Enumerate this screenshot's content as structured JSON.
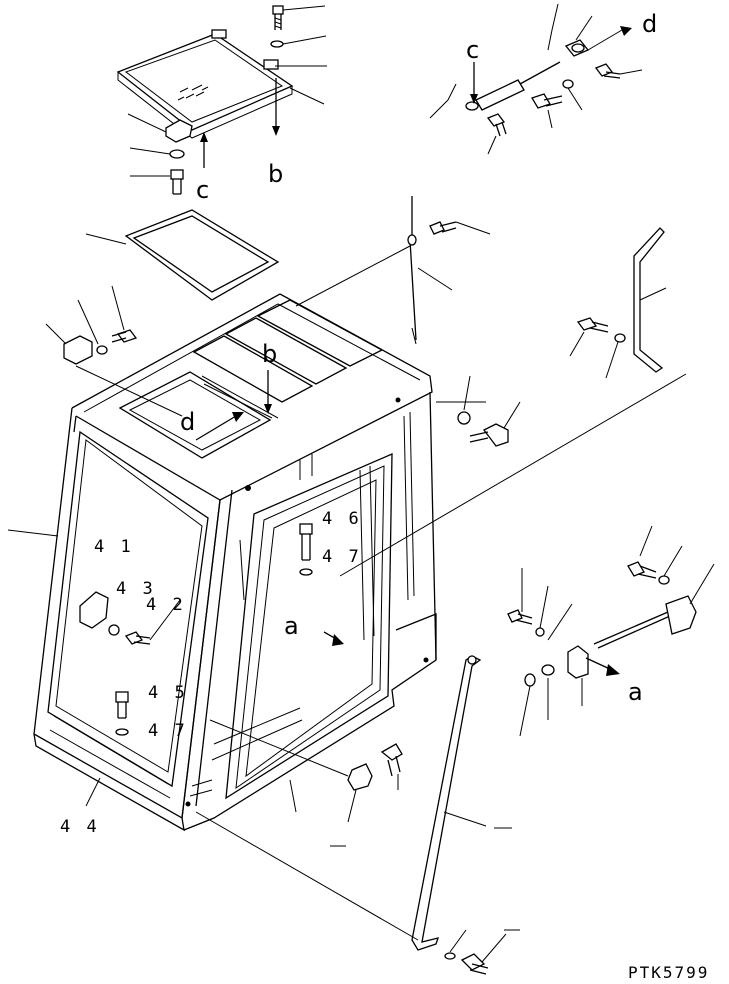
{
  "part_labels": {
    "p41": "4 1",
    "p42": "4 2",
    "p43": "4 3",
    "p44": "4 4",
    "p45": "4 5",
    "p46": "4 6",
    "p47a": "4 7",
    "p47b": "4 7"
  },
  "view_refs": {
    "a_center": "a",
    "a_right": "a",
    "b_top": "b",
    "b_roof": "b",
    "c_left": "c",
    "c_right": "c",
    "d_right": "d",
    "d_roof": "d"
  },
  "drawing_code": "PTK5799"
}
